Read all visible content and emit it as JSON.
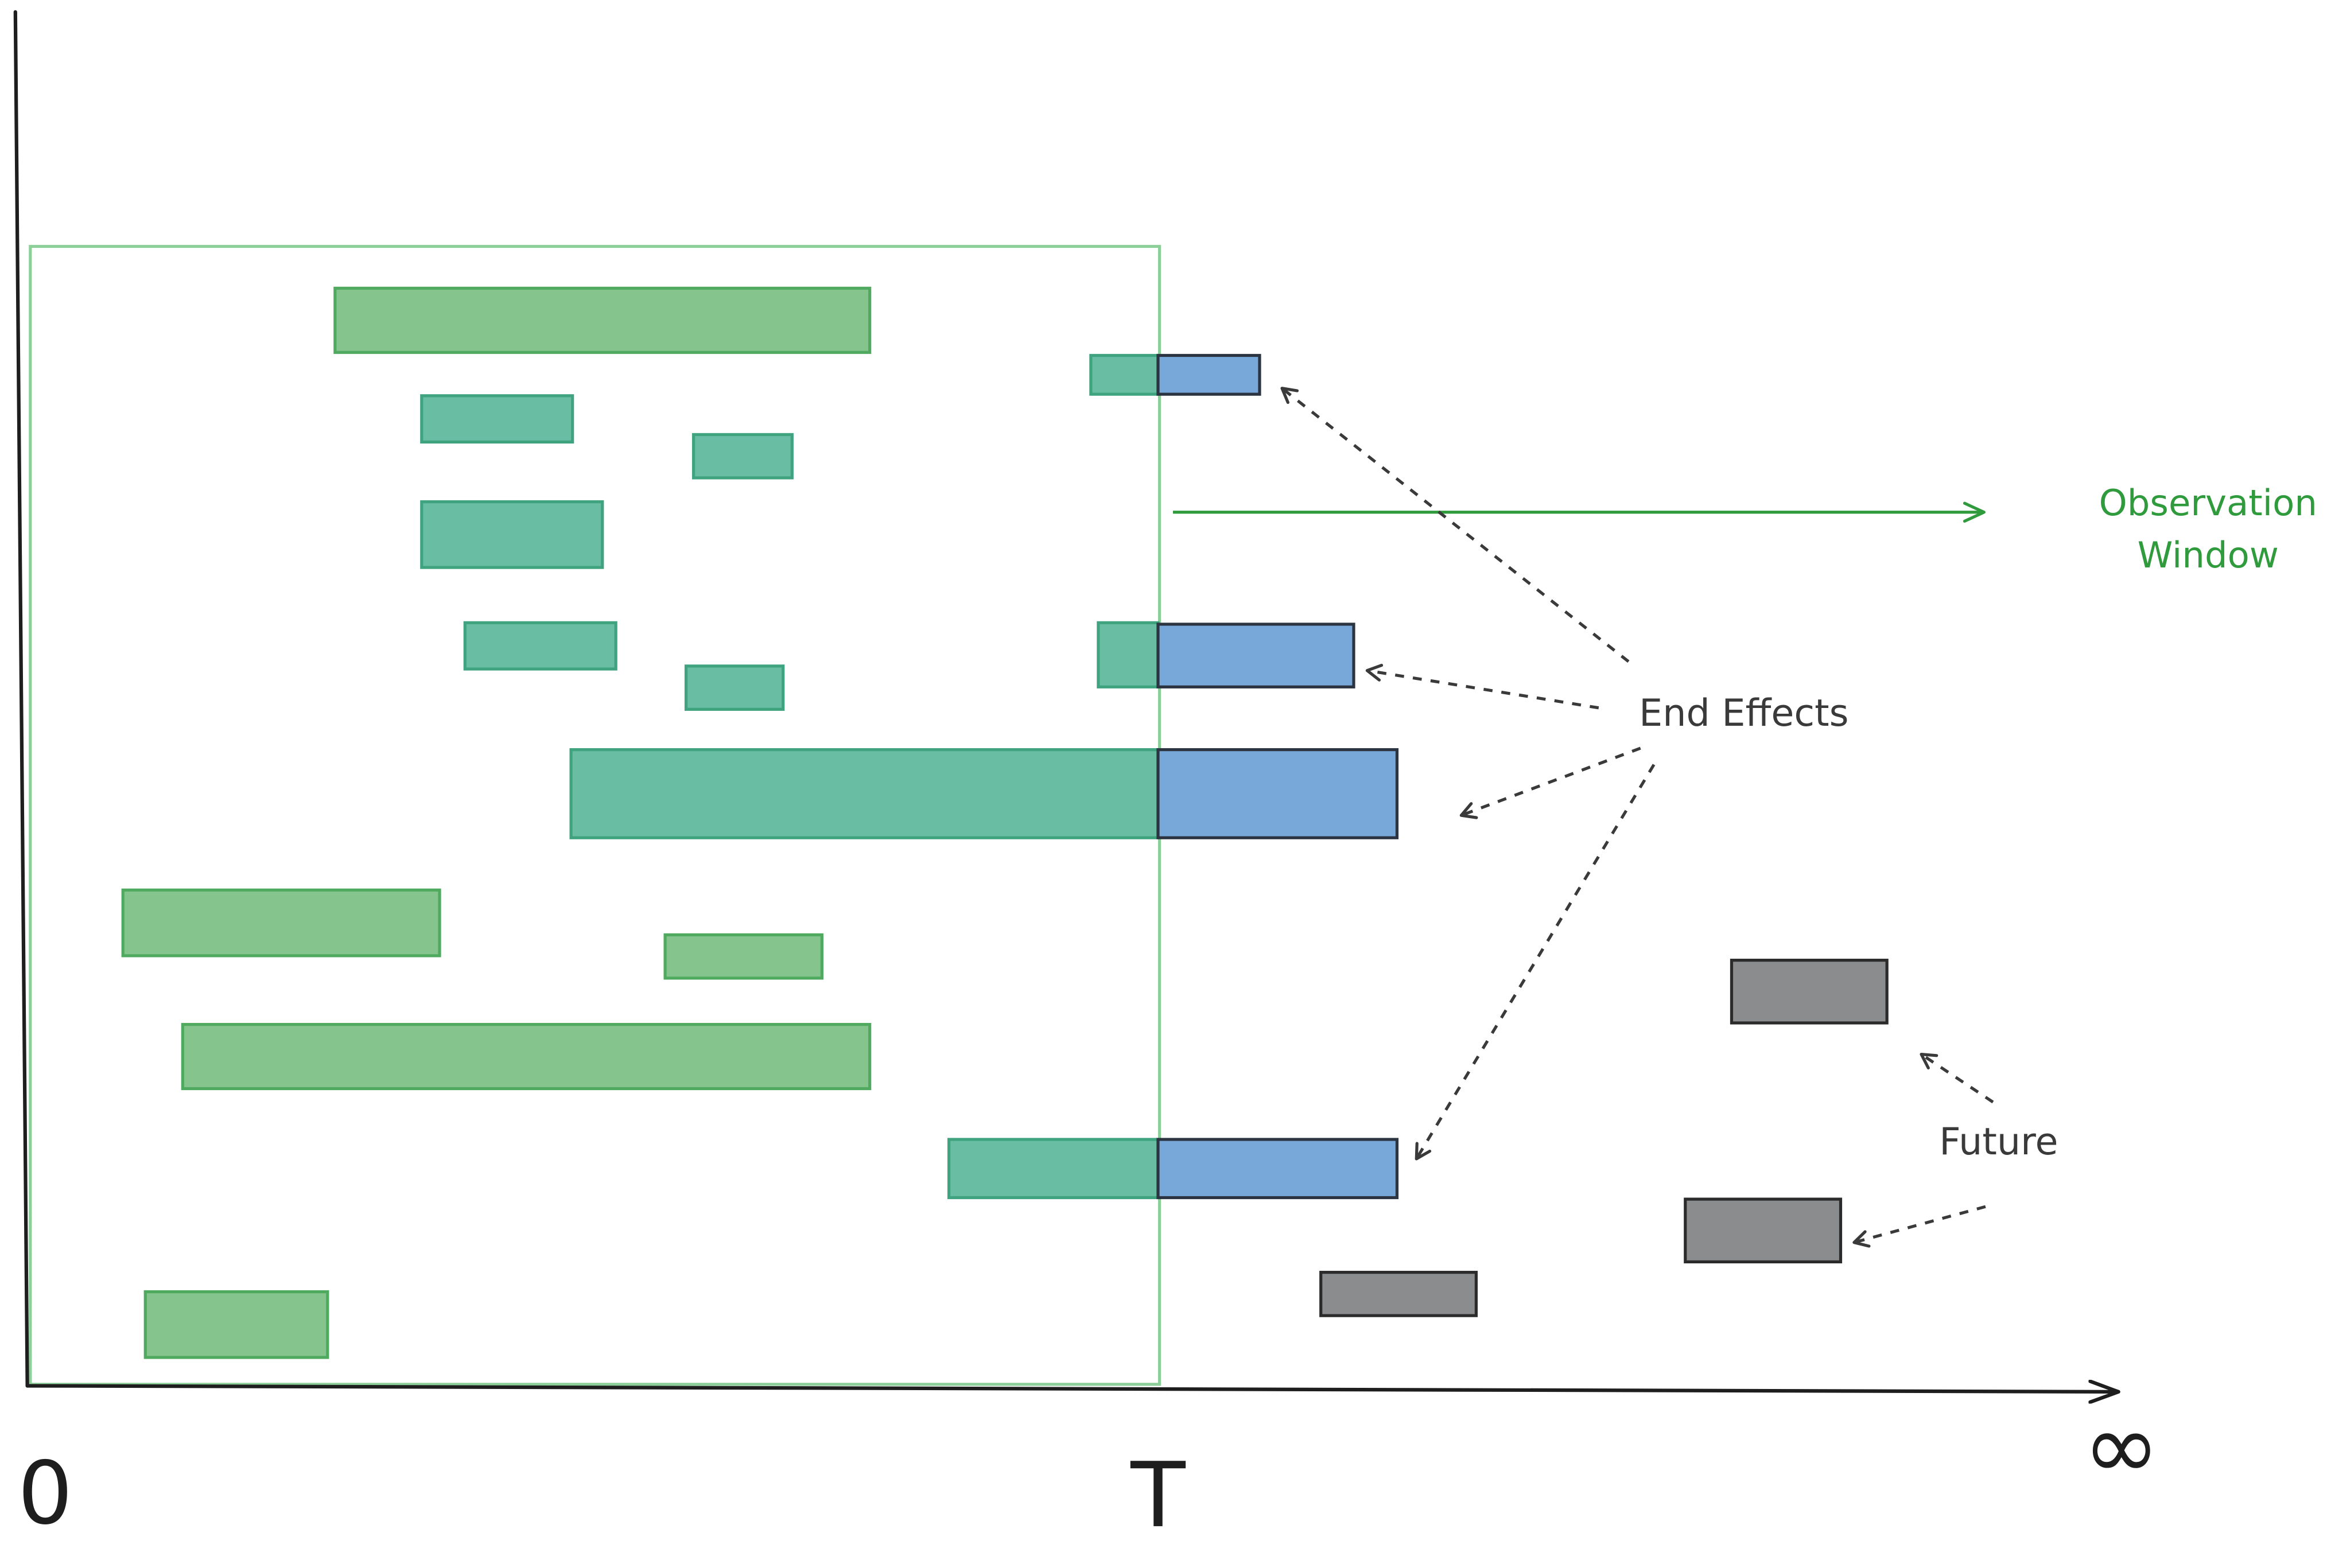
{
  "axis_labels": {
    "origin": "0",
    "window_end": "T",
    "infinity": "∞"
  },
  "annotations": {
    "observation_window_line1": "Observation",
    "observation_window_line2": "Window",
    "end_effects": "End Effects",
    "future": "Future"
  },
  "colors": {
    "observed_green": "#85c58d",
    "observed_green_stroke": "#4faa5f",
    "observed_teal": "#68bda3",
    "observed_teal_stroke": "#3fa37f",
    "end_effect_blue": "#77a8d9",
    "future_gray": "#8a8c8e",
    "window_border": "#8ccf98",
    "window_label": "#2f9b3c",
    "axis": "#1e1e1e",
    "arrow": "#3a3a3a"
  }
}
